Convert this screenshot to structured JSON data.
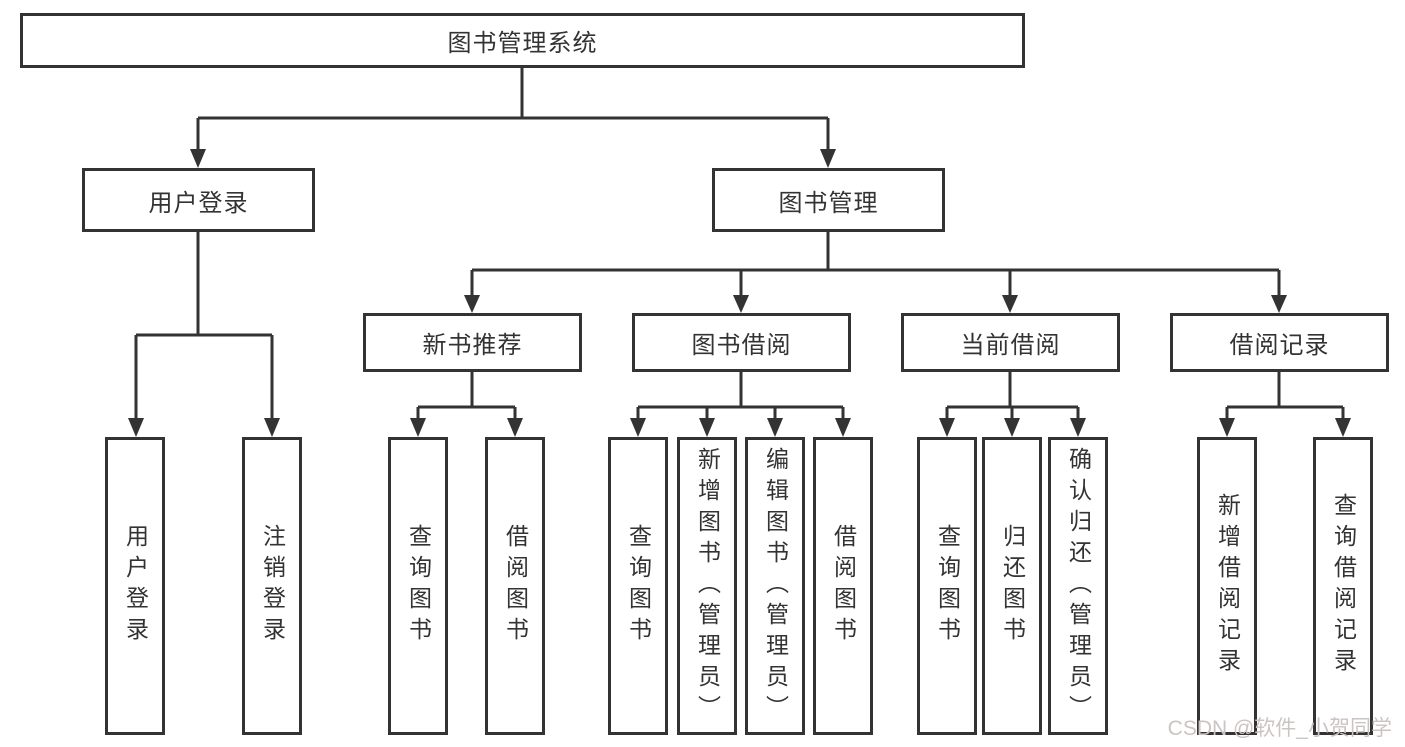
{
  "diagram_type": "hierarchy-org-chart",
  "colors": {
    "line": "#333333",
    "text": "#333333",
    "box_background": "#ffffff",
    "page_background": "#ffffff",
    "watermark": "#ccc3c3"
  },
  "tree": {
    "label": "图书管理系统",
    "children": [
      {
        "label": "用户登录",
        "children": [
          {
            "label": "用户登录"
          },
          {
            "label": "注销登录"
          }
        ]
      },
      {
        "label": "图书管理",
        "children": [
          {
            "label": "新书推荐",
            "children": [
              {
                "label": "查询图书"
              },
              {
                "label": "借阅图书"
              }
            ]
          },
          {
            "label": "图书借阅",
            "children": [
              {
                "label": "查询图书"
              },
              {
                "label": "新增图书（管理员）"
              },
              {
                "label": "编辑图书（管理员）"
              },
              {
                "label": "借阅图书"
              }
            ]
          },
          {
            "label": "当前借阅",
            "children": [
              {
                "label": "查询图书"
              },
              {
                "label": "归还图书"
              },
              {
                "label": "确认归还（管理员）"
              }
            ]
          },
          {
            "label": "借阅记录",
            "children": [
              {
                "label": "新增借阅记录"
              },
              {
                "label": "查询借阅记录"
              }
            ]
          }
        ]
      }
    ]
  },
  "watermark": {
    "text": "CSDN @软件_小贺同学"
  }
}
